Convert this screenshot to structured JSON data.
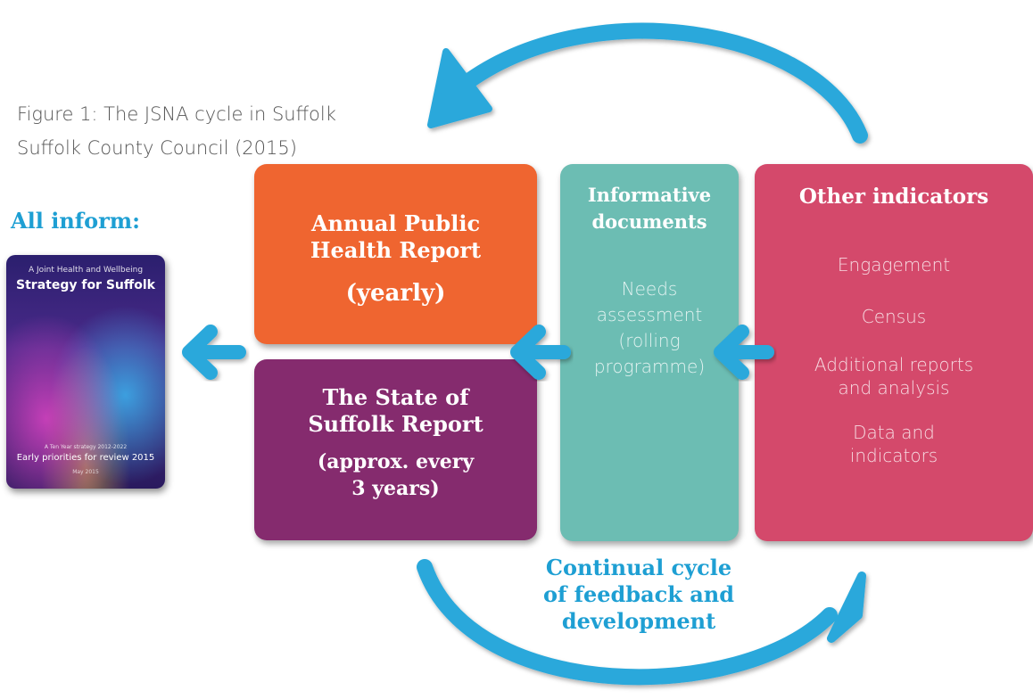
{
  "caption": {
    "title": "Figure 1: The JSNA cycle in Suffolk",
    "source": "Suffolk County Council (2015)"
  },
  "all_inform": "All inform:",
  "book_cover": {
    "line1": "A Joint Health and Wellbeing",
    "line2": "Strategy for Suffolk",
    "line3": "A Ten Year strategy 2012-2022",
    "line4": "Early priorities for review 2015",
    "line5": "May 2015"
  },
  "boxes": {
    "annual": {
      "title_line1": "Annual Public",
      "title_line2": "Health Report",
      "frequency": "(yearly)"
    },
    "state": {
      "title_line1": "The State of",
      "title_line2": "Suffolk Report",
      "frequency_line1": "(approx. every",
      "frequency_line2": "3 years)"
    },
    "informative": {
      "title_line1": "Informative",
      "title_line2": "documents",
      "body": [
        "Needs",
        "assessment",
        "(rolling",
        "programme)"
      ]
    },
    "other": {
      "title": "Other indicators",
      "items": [
        [
          "Engagement"
        ],
        [
          "Census"
        ],
        [
          "Additional reports",
          "and analysis"
        ],
        [
          "Data and",
          "indicators"
        ]
      ]
    }
  },
  "cycle_label": [
    "Continual cycle",
    "of feedback and",
    "development"
  ],
  "colors": {
    "annual": "#ef6530",
    "state": "#852b6e",
    "informative": "#6cbdb3",
    "other": "#d4496b",
    "accent_text": "#1e9fd3",
    "arrow": "#2ba8db"
  }
}
